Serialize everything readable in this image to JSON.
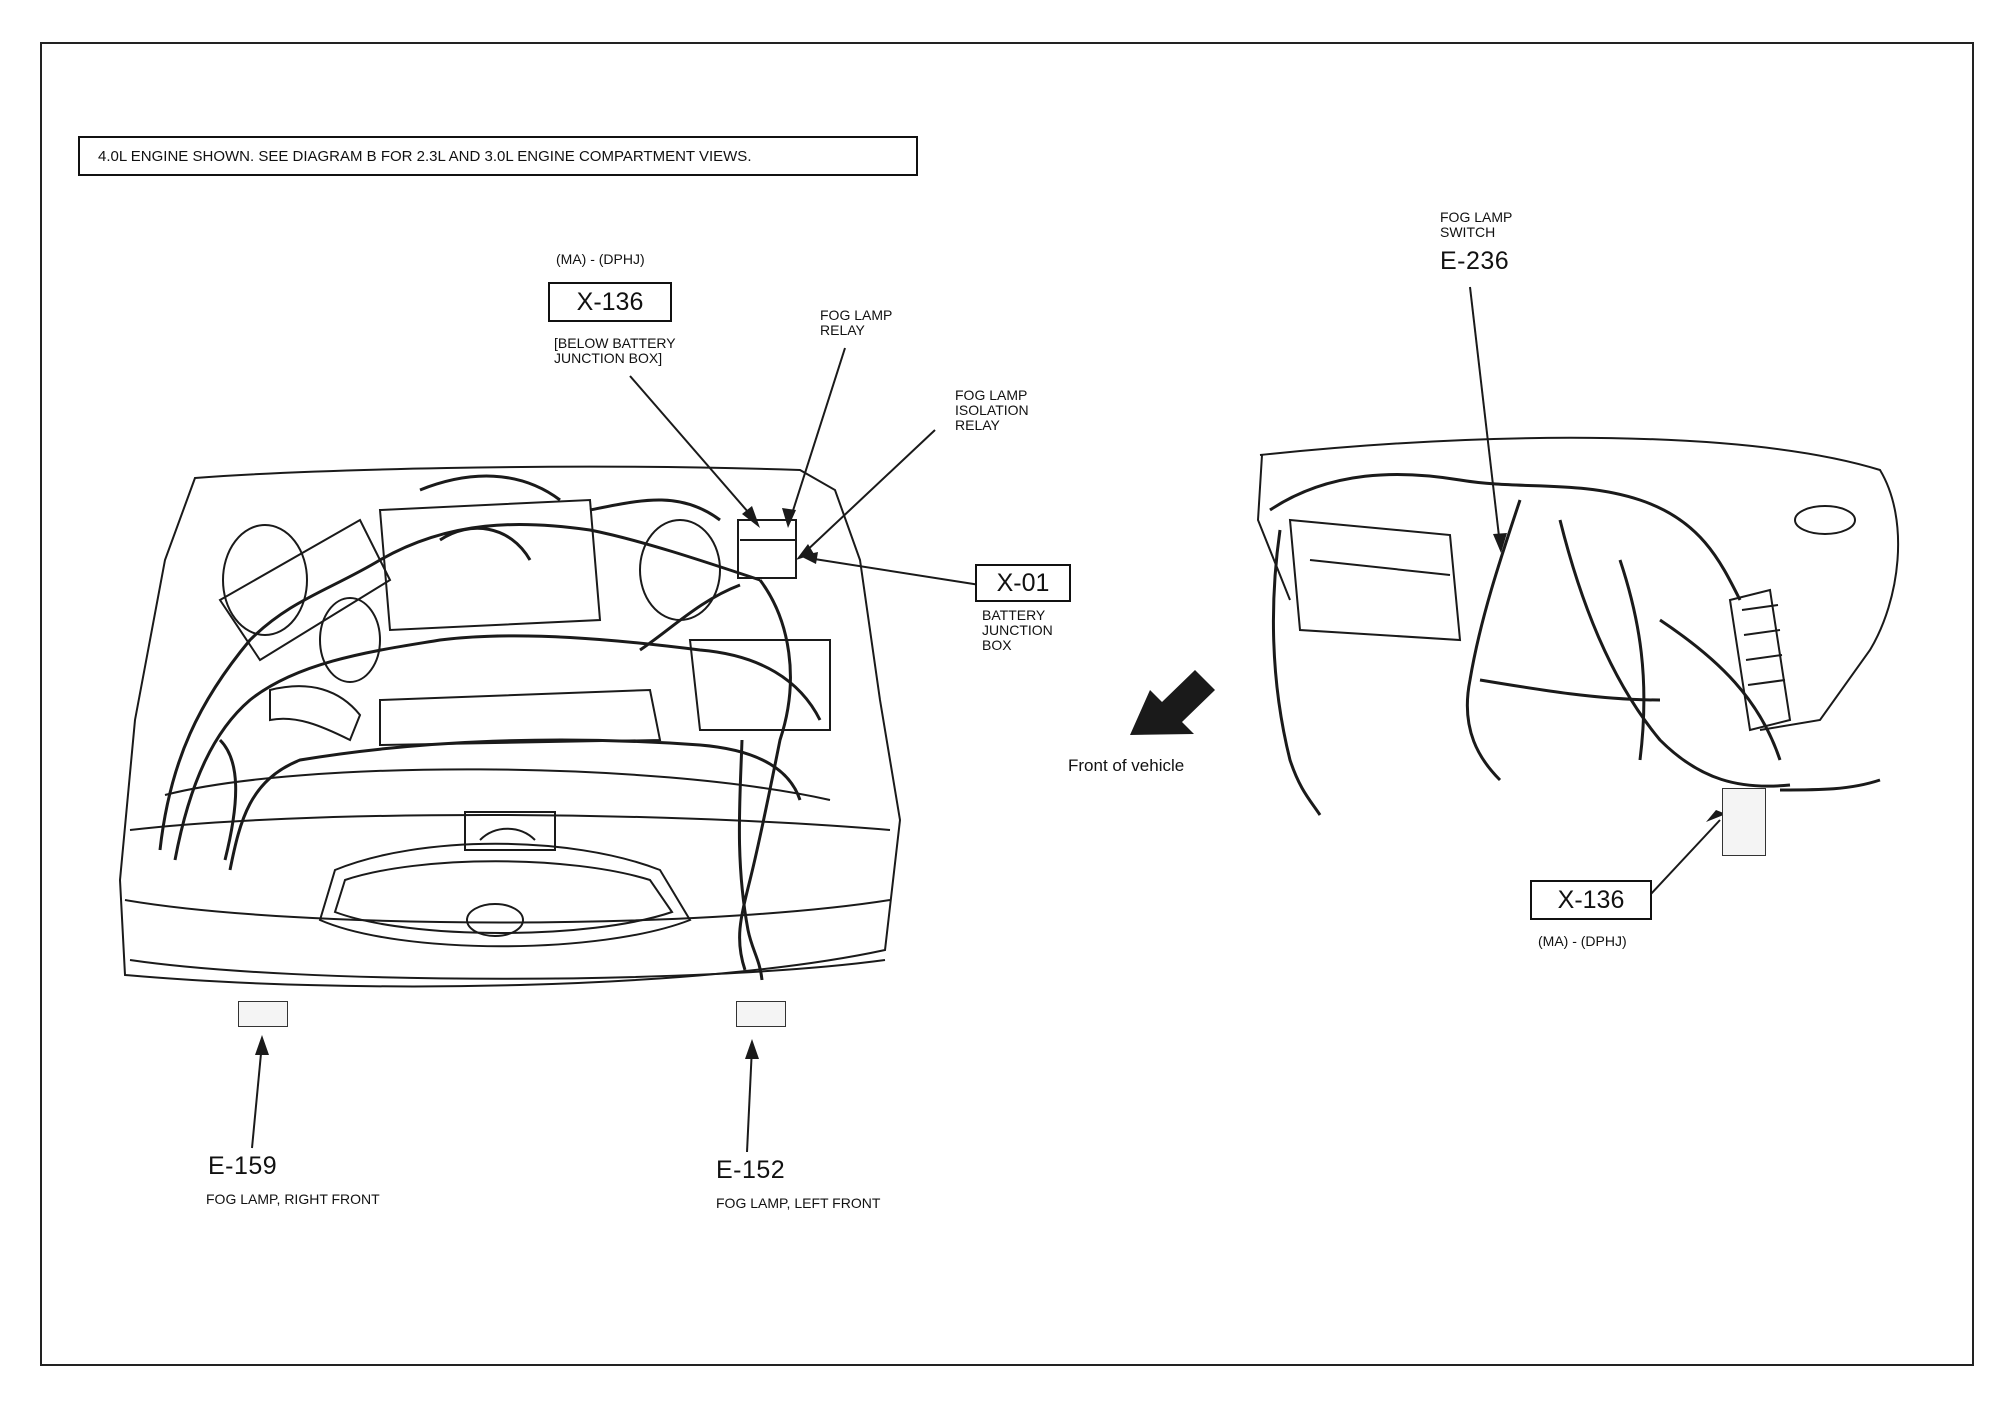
{
  "note": "4.0L ENGINE SHOWN. SEE DIAGRAM B FOR 2.3L AND 3.0L ENGINE COMPARTMENT VIEWS.",
  "engine_view": {
    "x136": {
      "variant": "(MA) - (DPHJ)",
      "code": "X-136",
      "location": [
        "[BELOW BATTERY",
        "JUNCTION BOX]"
      ]
    },
    "fog_lamp_relay": [
      "FOG LAMP",
      "RELAY"
    ],
    "fog_lamp_isolation_relay": [
      "FOG LAMP",
      "ISOLATION",
      "RELAY"
    ],
    "x01": {
      "code": "X-01",
      "description": [
        "BATTERY",
        "JUNCTION",
        "BOX"
      ]
    },
    "e159": {
      "code": "E-159",
      "description": "FOG LAMP, RIGHT FRONT"
    },
    "e152": {
      "code": "E-152",
      "description": "FOG LAMP, LEFT FRONT"
    }
  },
  "dash_view": {
    "fog_lamp_switch": [
      "FOG LAMP",
      "SWITCH"
    ],
    "e236": "E-236",
    "front_of_vehicle": "Front of vehicle",
    "x136": {
      "code": "X-136",
      "variant": "(MA) - (DPHJ)"
    }
  }
}
